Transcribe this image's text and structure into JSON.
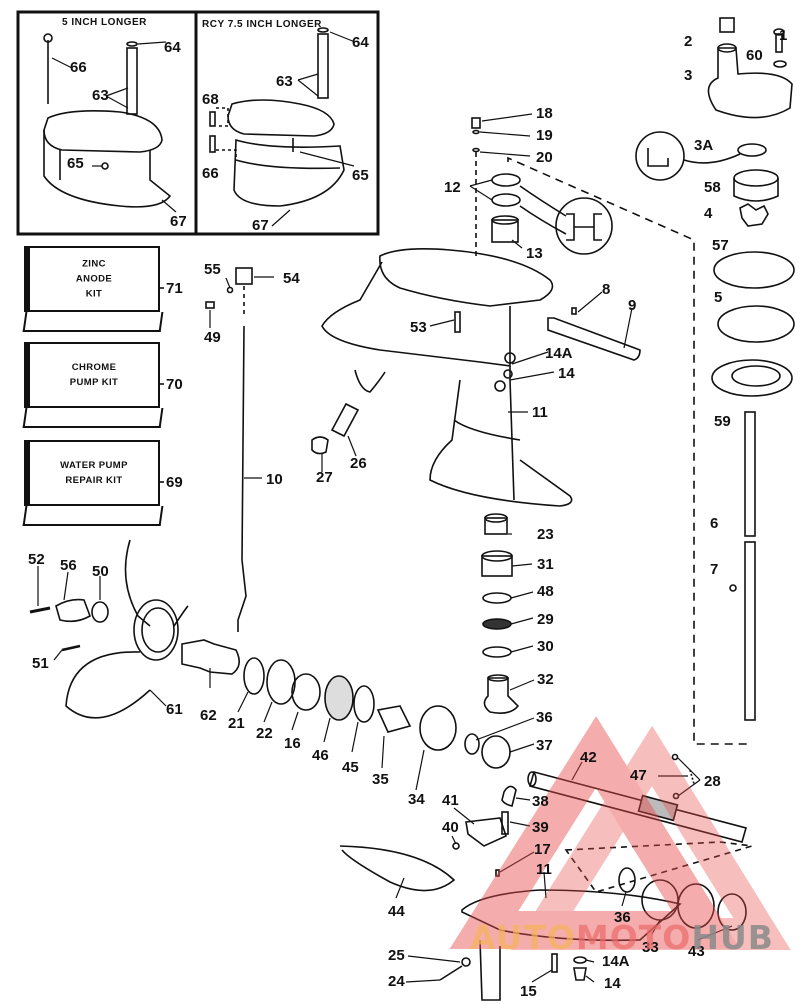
{
  "diagram": {
    "subject": "Outboard gearcase / lower unit exploded parts diagram",
    "insets": [
      {
        "title": "5 INCH LONGER",
        "labels": [
          "64",
          "66",
          "63",
          "65",
          "67"
        ]
      },
      {
        "title": "RCY 7.5 INCH LONGER",
        "labels": [
          "64",
          "63",
          "68",
          "66",
          "65",
          "67"
        ]
      }
    ],
    "kits": [
      {
        "id": "71",
        "lines": [
          "ZINC",
          "ANODE",
          "KIT"
        ]
      },
      {
        "id": "70",
        "lines": [
          "CHROME",
          "PUMP KIT"
        ]
      },
      {
        "id": "69",
        "lines": [
          "WATER PUMP",
          "REPAIR KIT"
        ]
      }
    ],
    "part_labels": {
      "p1": "1",
      "p2": "2",
      "p60": "60",
      "p3": "3",
      "p3a": "3A",
      "p58": "58",
      "p4": "4",
      "p57": "57",
      "p5": "5",
      "p59": "59",
      "p6": "6",
      "p7": "7",
      "p8": "8",
      "p9": "9",
      "p18": "18",
      "p19": "19",
      "p20": "20",
      "p12": "12",
      "p13": "13",
      "p55": "55",
      "p54": "54",
      "p49": "49",
      "p53": "53",
      "p14a_top": "14A",
      "p14_top": "14",
      "p11_top": "11",
      "p26": "26",
      "p27": "27",
      "p10": "10",
      "p23": "23",
      "p31": "31",
      "p48": "48",
      "p29": "29",
      "p30": "30",
      "p32": "32",
      "p52": "52",
      "p56": "56",
      "p50": "50",
      "p51": "51",
      "p61": "61",
      "p62": "62",
      "p21": "21",
      "p22": "22",
      "p16": "16",
      "p46": "46",
      "p45": "45",
      "p35": "35",
      "p34": "34",
      "p36_top": "36",
      "p37": "37",
      "p38": "38",
      "p39": "39",
      "p41": "41",
      "p40": "40",
      "p17": "17",
      "p11_bot": "11",
      "p44": "44",
      "p42": "42",
      "p47": "47",
      "p28": "28",
      "p36_bot": "36",
      "p33": "33",
      "p43": "43",
      "p25": "25",
      "p24": "24",
      "p15": "15",
      "p14a_bot": "14A",
      "p14_bot": "14"
    }
  },
  "inset_labels": {
    "a64": "64",
    "a66": "66",
    "a63": "63",
    "a65": "65",
    "a67": "67",
    "b64": "64",
    "b63": "63",
    "b68": "68",
    "b66": "66",
    "b65": "65",
    "b67": "67"
  },
  "watermark": {
    "word_auto": "AUTO",
    "word_moto": "MOTO",
    "word_hub": "HUB",
    "colors": {
      "auto": "#f6b45a",
      "moto": "#ec6a6a",
      "hub": "#8a8a8a",
      "triangle": "#e84a4a"
    }
  }
}
